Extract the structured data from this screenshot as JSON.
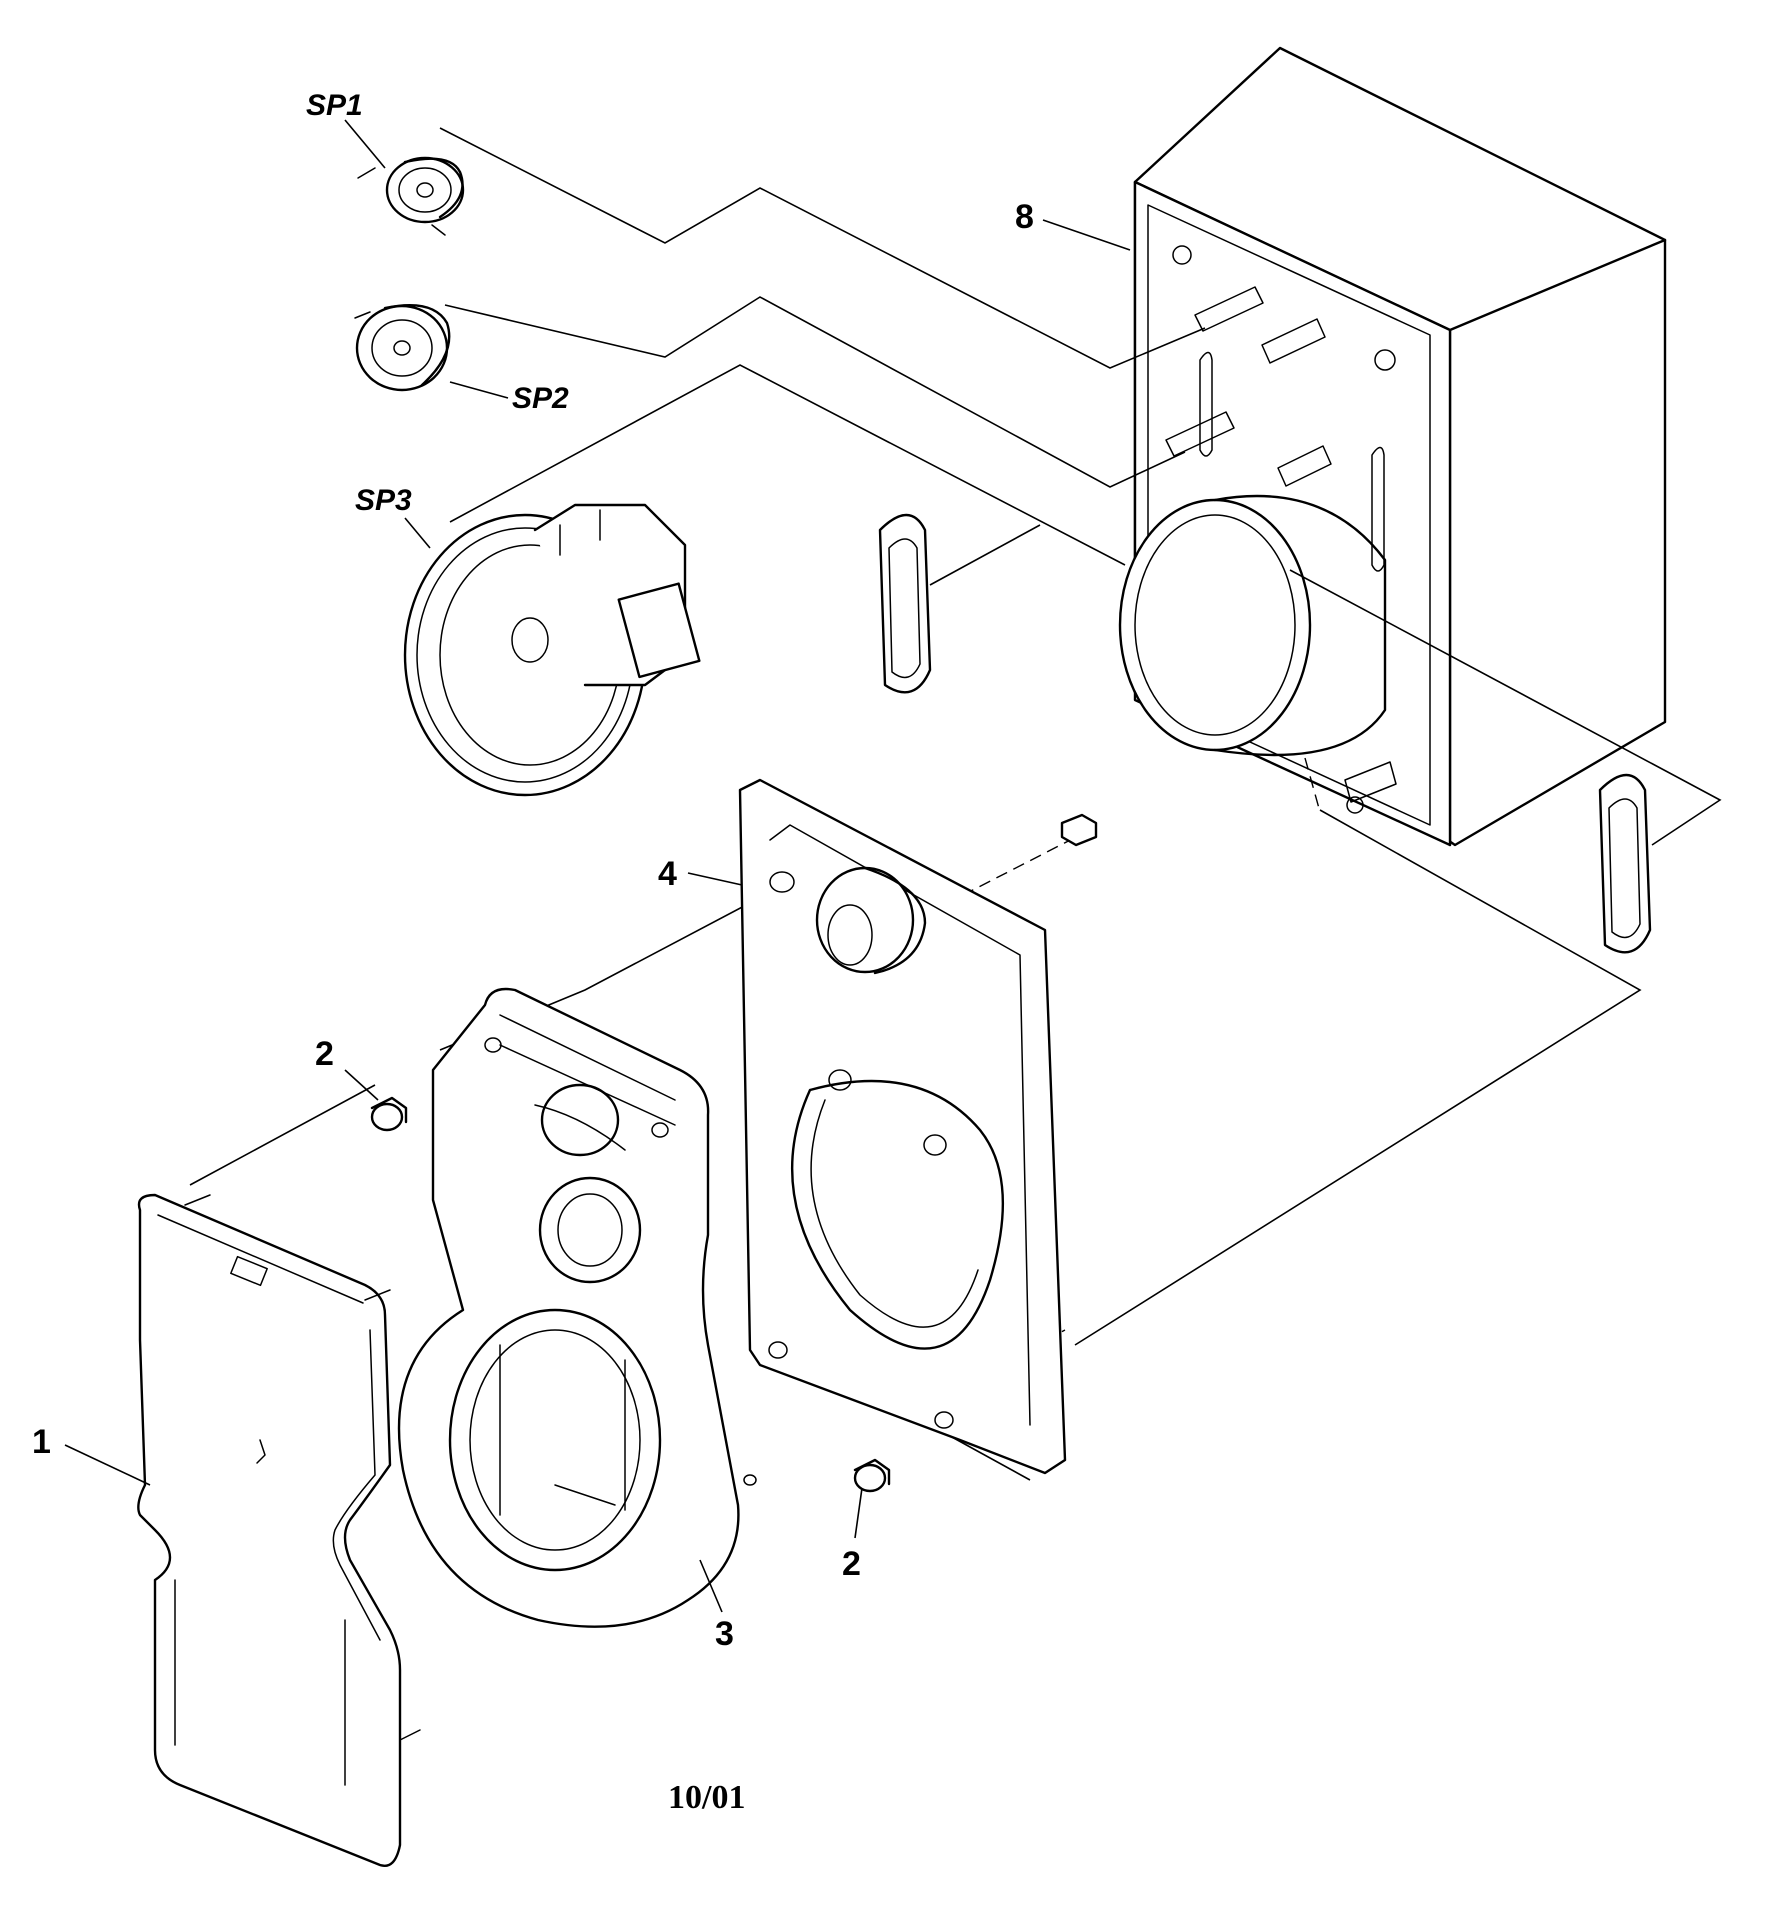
{
  "callouts": {
    "sp1": "SP1",
    "sp2": "SP2",
    "sp3": "SP3",
    "item1": "1",
    "item2_upper": "2",
    "item2_lower": "2",
    "item3": "3",
    "item4": "4",
    "item8": "8"
  },
  "footer": {
    "date": "10/01"
  }
}
